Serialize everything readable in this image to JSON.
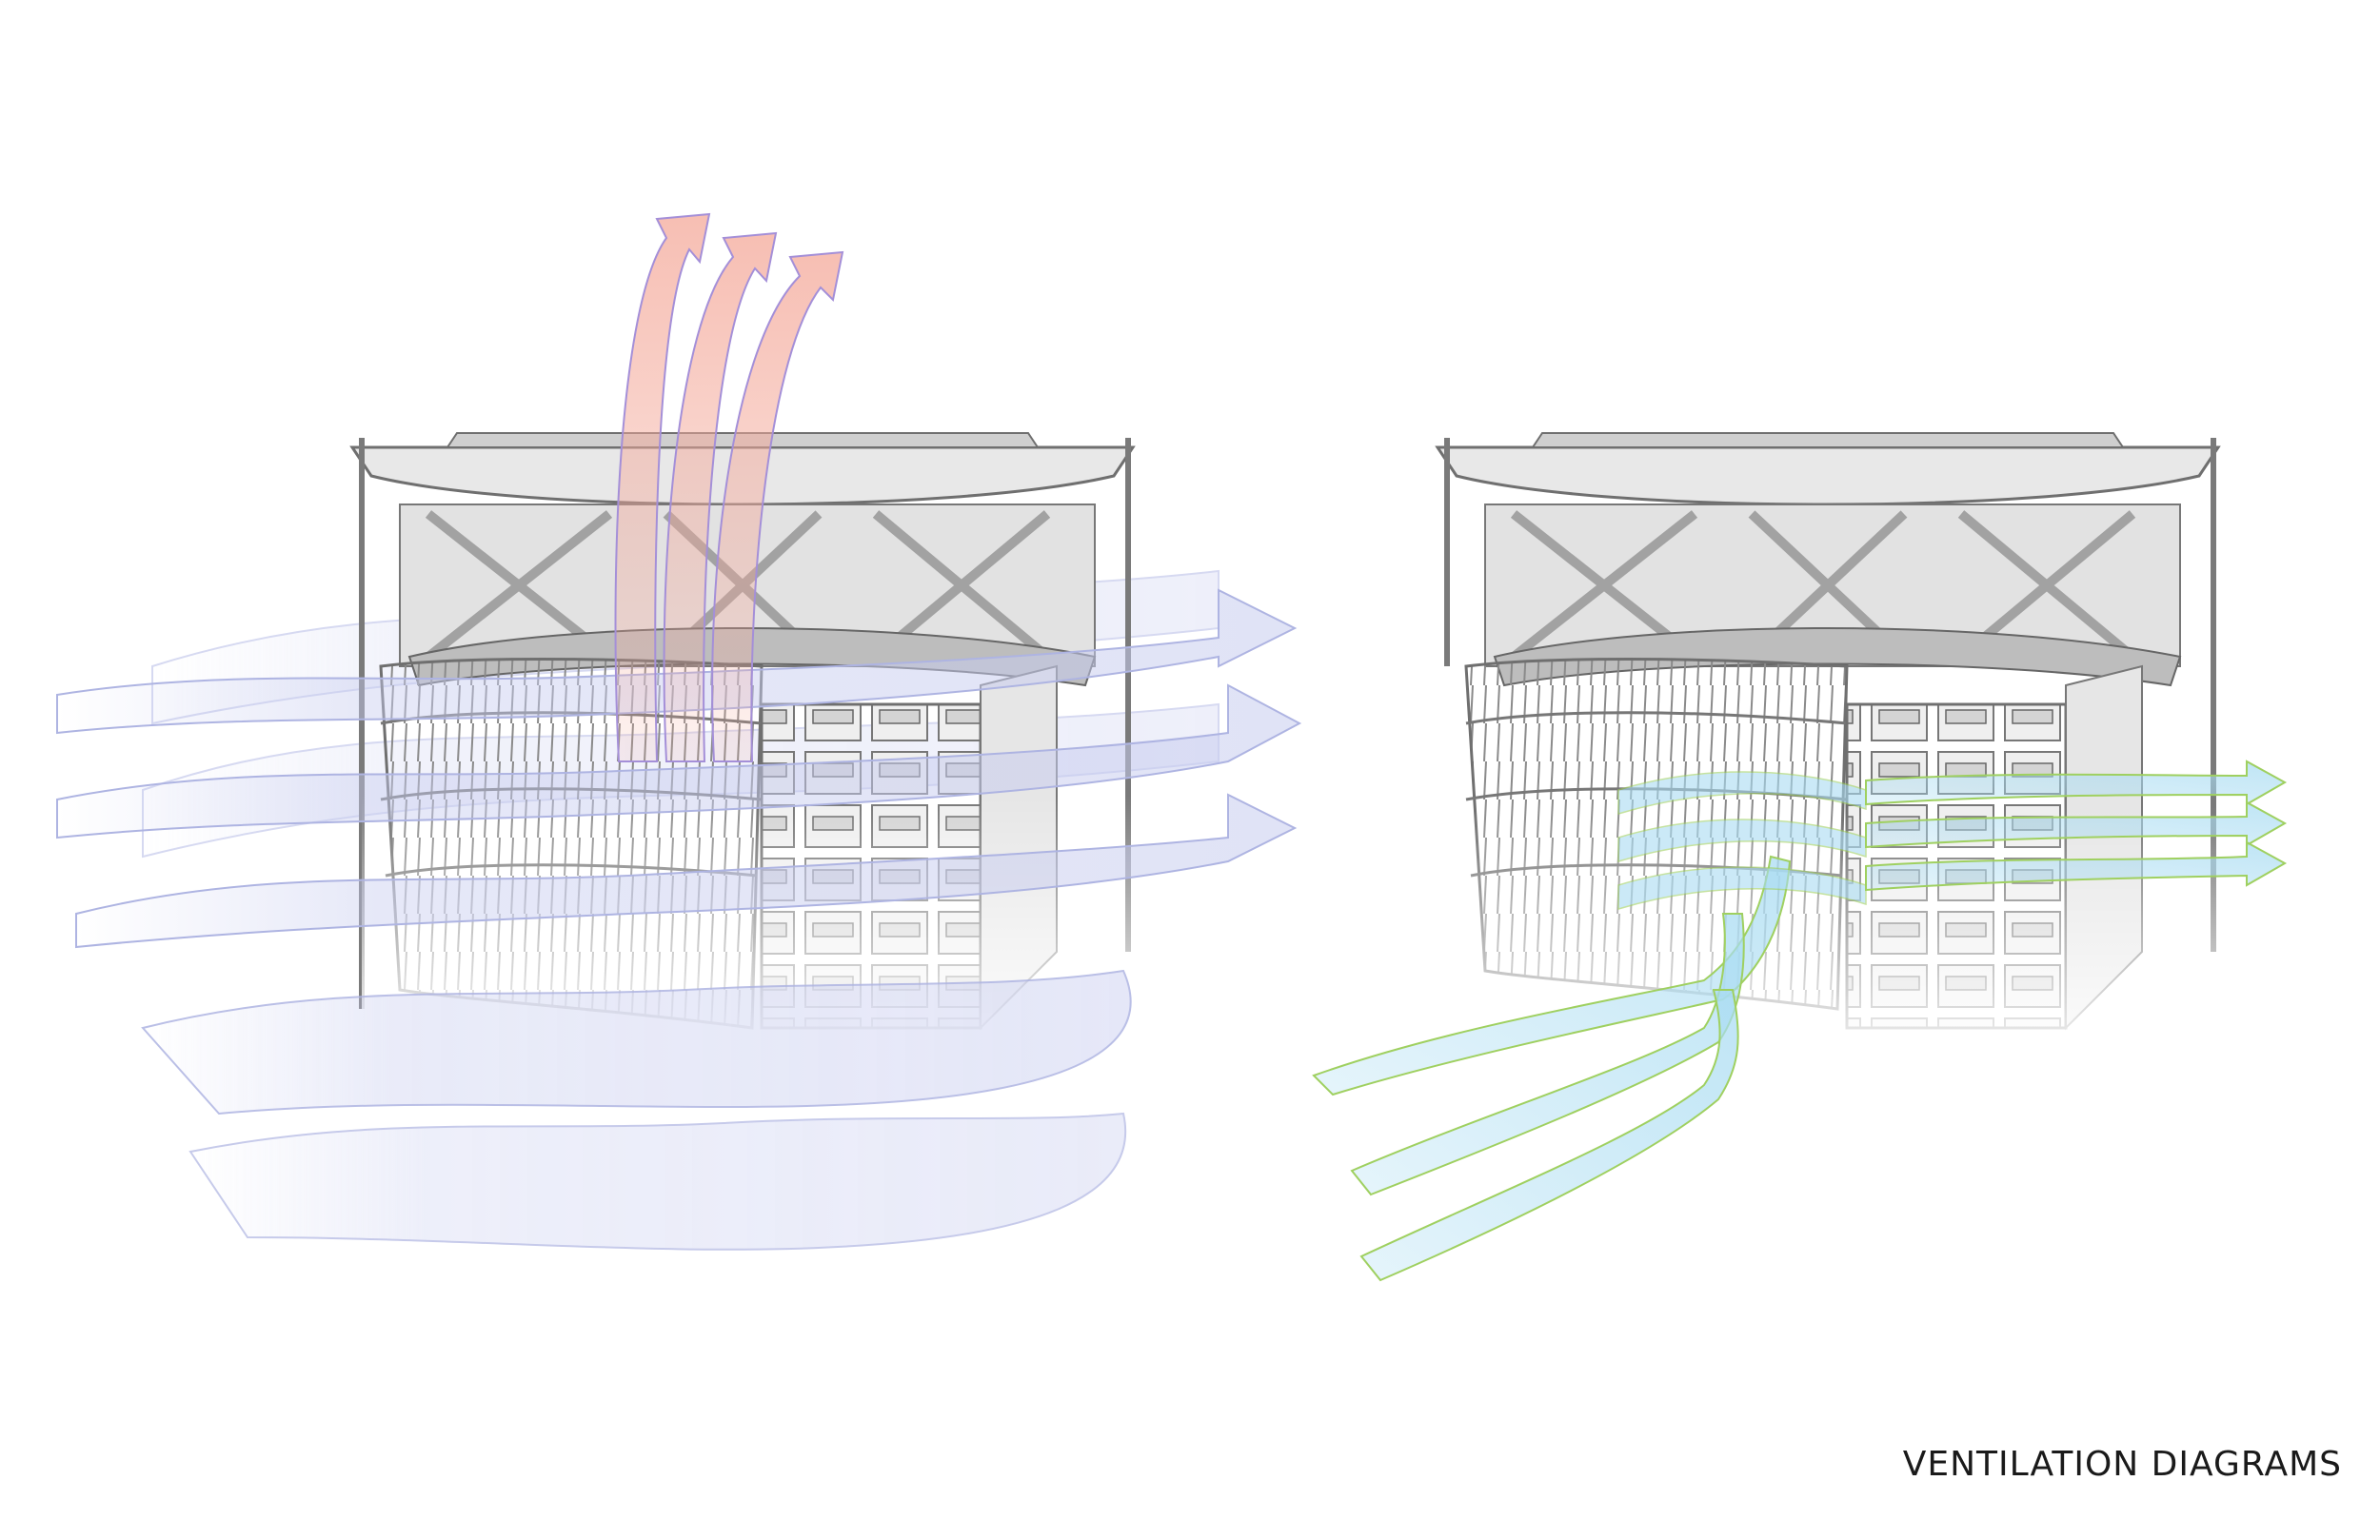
{
  "caption": "VENTILATION DIAGRAMS",
  "colors": {
    "warm_exhaust_air": "#f4a99a",
    "cross_ventilation_air": "#c7ccef",
    "cooling_intake_air": "#a9dcf2",
    "cooling_air_edge": "#9fd060",
    "structure_line": "#6f6f6f",
    "structure_fill": "#d9d9d9"
  },
  "diagrams": [
    {
      "id": "left",
      "flows": [
        "stack-exhaust-up",
        "horizontal-wrap-around"
      ]
    },
    {
      "id": "right",
      "flows": [
        "diagonal-intake",
        "horizontal-exhaust-out"
      ]
    }
  ]
}
